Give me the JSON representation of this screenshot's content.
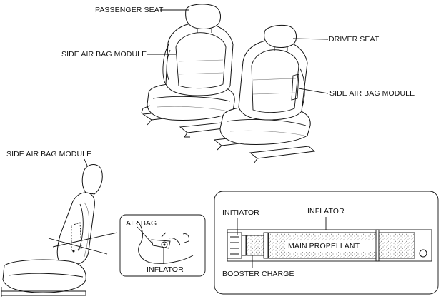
{
  "labels": {
    "passenger_seat": "PASSENGER SEAT",
    "driver_seat": "DRIVER SEAT",
    "side_air_bag_module_top_left": "SIDE AIR BAG MODULE",
    "side_air_bag_module_top_right": "SIDE AIR BAG MODULE",
    "side_air_bag_module_bottom": "SIDE AIR BAG MODULE",
    "air_bag": "AIR BAG",
    "inflator_detail": "INFLATOR",
    "initiator": "INITIATOR",
    "inflator_cross_section": "INFLATOR",
    "main_propellant": "MAIN PROPELLANT",
    "booster_charge": "BOOSTER CHARGE"
  },
  "colors": {
    "line": "#111111",
    "stipple": "#555555",
    "background": "#ffffff"
  }
}
